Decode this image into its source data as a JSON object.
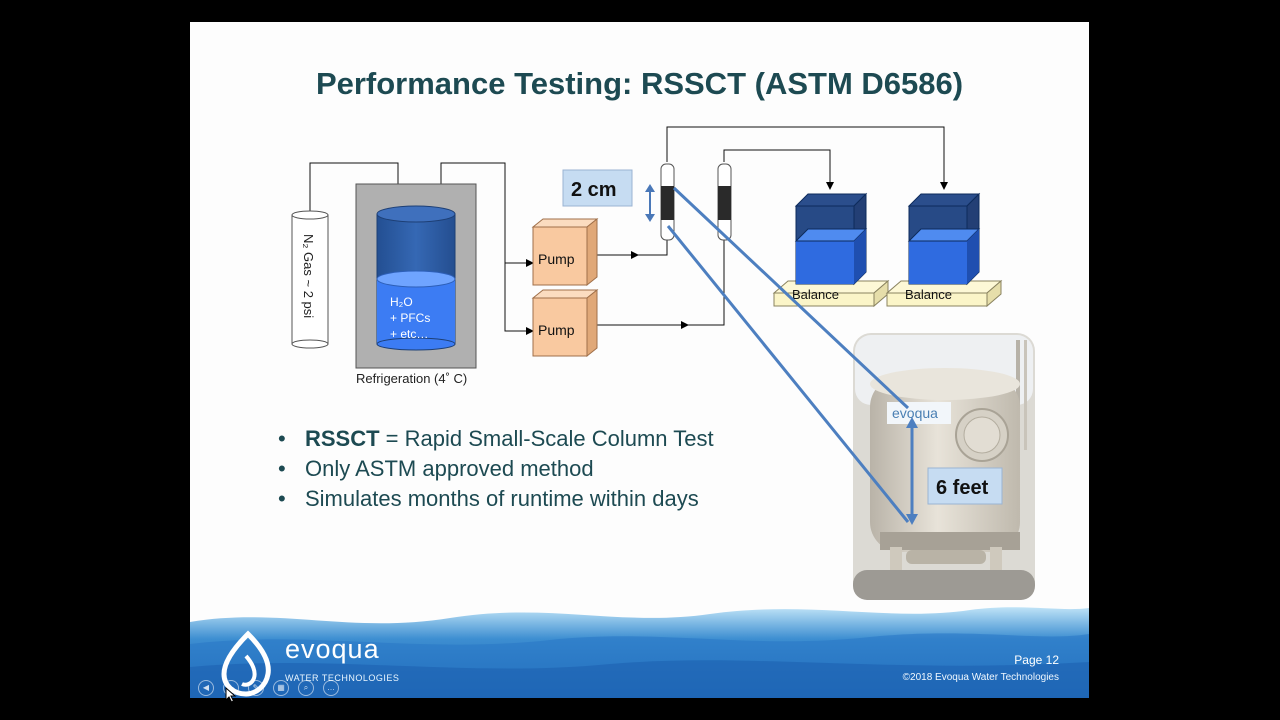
{
  "slide": {
    "title": "Performance Testing: RSSCT (ASTM D6586)"
  },
  "diagram": {
    "gas_cylinder_label": "N₂ Gas ~ 2 psi",
    "tank_line1": "H₂O",
    "tank_line2": "+ PFCs",
    "tank_line3": "+ etc…",
    "refrigeration_label": "Refrigeration (4˚ C)",
    "pump_top_label": "Pump",
    "pump_bottom_label": "Pump",
    "balance_left_label": "Balance",
    "balance_right_label": "Balance",
    "column_size_callout": "2 cm",
    "full_scale_callout": "6 feet",
    "vessel_logo_text": "evoqua"
  },
  "bullets": {
    "item1_term": "RSSCT",
    "item1_rest": " = Rapid Small-Scale Column Test",
    "item2": "Only ASTM approved method",
    "item3": "Simulates months of runtime within days"
  },
  "footer": {
    "logo_text": "evoqua",
    "logo_subtext": "WATER TECHNOLOGIES",
    "page_number": "Page 12",
    "copyright": "©2018 Evoqua Water Technologies"
  },
  "colors": {
    "title": "#1d4a52",
    "pump": "#f9c9a0",
    "water_blue": "#2f6be0",
    "balance_base": "#fbf5c8",
    "callout_box": "#c6dcf2"
  }
}
